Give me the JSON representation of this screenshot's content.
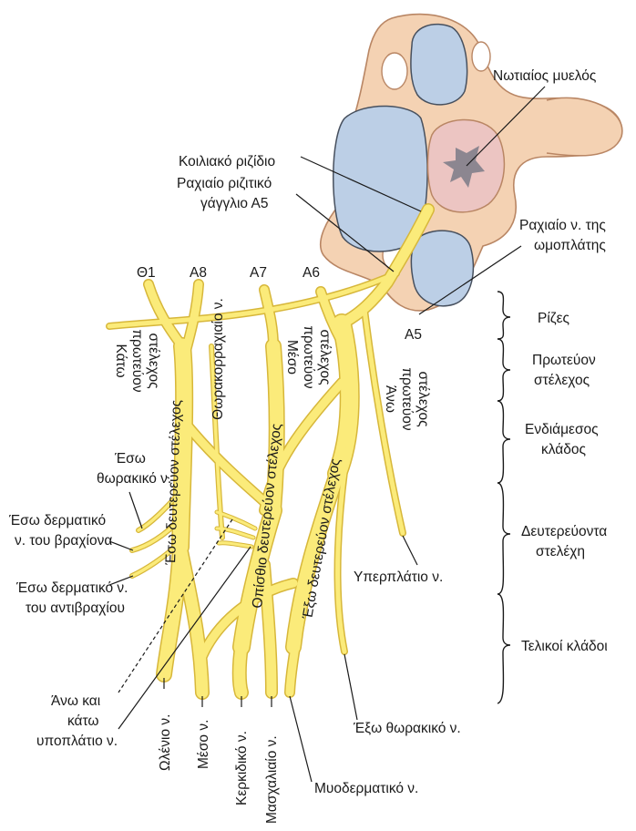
{
  "colors": {
    "nerve_fill": "#fbeb7a",
    "nerve_edge": "#d7b73a",
    "bone": "#f4d2b3",
    "bone_edge": "#b98664",
    "disc": "#bccfe6",
    "disc_edge": "#47505e",
    "cord": "#ecc5c2",
    "grey_matter": "#8c8690",
    "line": "#1a1a1a"
  },
  "labels": {
    "spinal_cord": "Νωτιαίος μυελός",
    "ventral_root": "Κοιλιακό ριζίδιο",
    "dorsal_ganglion_l1": "Ραχιαίο ριζιτικό",
    "dorsal_ganglion_l2": "γάγγλιο Α5",
    "dorsal_scapular_l1": "Ραχιαίο ν. της",
    "dorsal_scapular_l2": "ωμοπλάτης",
    "root_t1": "Θ1",
    "root_c8": "Α8",
    "root_c7": "Α7",
    "root_c6": "Α6",
    "root_c5": "Α5",
    "long_thoracic": "Θωρακορραχιαίο ν.",
    "lower_trunk_l1": "Κάτω",
    "lower_trunk_l2": "πρωτεύον",
    "lower_trunk_l3": "στέλεχος",
    "middle_trunk_l1": "Μέσο",
    "middle_trunk_l2": "πρωτεύον",
    "middle_trunk_l3": "στέλεχος",
    "upper_trunk_l1": "Άνω",
    "upper_trunk_l2": "πρωτεύον",
    "upper_trunk_l3": "στέλεχος",
    "medial_cord": "Έσω δευτερεύον στέλεχος",
    "posterior_cord": "Οπίσθιο δευτερεύον στέλεχος",
    "lateral_cord": "Έξω δευτερεύον στέλεχος",
    "medial_pectoral_l1": "Έσω",
    "medial_pectoral_l2": "θωρακικό ν.",
    "medial_cut_arm_l1": "Έσω δερματικό",
    "medial_cut_arm_l2": "ν. του βραχίονα",
    "medial_cut_forearm_l1": "Έσω δερματικό ν.",
    "medial_cut_forearm_l2": "του αντιβραχίου",
    "suprascapular": "Υπερπλάτιο ν.",
    "subscapular_l1": "Άνω και",
    "subscapular_l2": "κάτω",
    "subscapular_l3": "υποπλάτιο ν.",
    "lateral_pectoral": "Έξω θωρακικό ν.",
    "musculocutaneous": "Μυοδερματικό ν.",
    "ulnar": "Ωλένιο ν.",
    "median": "Μέσο ν.",
    "radial": "Κερκιδικό ν.",
    "axillary": "Μασχαλιαίο ν."
  },
  "brackets": {
    "roots": "Ρίζες",
    "trunks_l1": "Πρωτεύον",
    "trunks_l2": "στέλεχος",
    "divisions_l1": "Ενδιάμεσος",
    "divisions_l2": "κλάδος",
    "cords_l1": "Δευτερεύοντα",
    "cords_l2": "στελέχη",
    "branches": "Τελικοί κλάδοι"
  }
}
